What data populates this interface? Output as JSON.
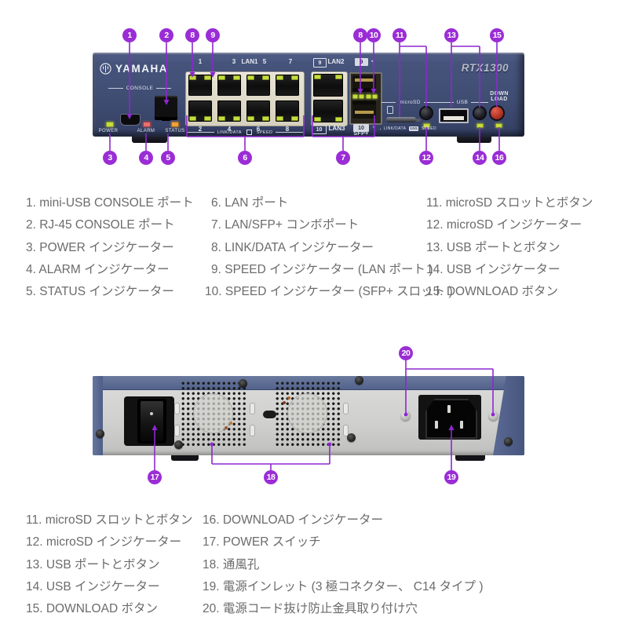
{
  "device": {
    "brand": "YAMAHA",
    "model": "RTX1300"
  },
  "front_panel": {
    "console_label": "CONSOLE",
    "power_label": "POWER",
    "alarm_label": "ALARM",
    "status_label": "STATUS",
    "lan1_label": "LAN1",
    "lan1_top_numbers": [
      "1",
      "3",
      "5",
      "7"
    ],
    "lan1_bottom_numbers": [
      "2",
      "4",
      "6",
      "8"
    ],
    "lan1_footer_link": "LINK/DATA",
    "lan1_footer_speed": "SPEED",
    "lan2_number": "9",
    "lan2_label": "LAN2",
    "lan3_number": "10",
    "lan3_label": "LAN3",
    "sfp_top_number": "9",
    "sfp_bottom_number": "10",
    "sfp_label": "SFP+",
    "sfp_marker": "▸",
    "microsd_label": "microSD",
    "usb_label": "USB",
    "download_line1": "DOWN",
    "download_line2": "LOAD",
    "combo_footer_link": "LINK/DATA",
    "combo_footer_10g": "10G",
    "combo_footer_speed": "SPEED"
  },
  "callouts": {
    "front_top": [
      "1",
      "2",
      "8",
      "9",
      "8",
      "10",
      "11",
      "13",
      "15"
    ],
    "front_bottom": [
      "3",
      "4",
      "5",
      "6",
      "7",
      "12",
      "14",
      "16"
    ],
    "rear": [
      "20",
      "17",
      "18",
      "19"
    ]
  },
  "legend_front": {
    "col1": [
      "1. mini-USB CONSOLE ポート",
      "2. RJ-45 CONSOLE ポート",
      "3. POWER インジケーター",
      "4. ALARM インジケーター",
      "5. STATUS インジケーター"
    ],
    "col2": [
      "6. LAN ポート",
      "7. LAN/SFP+ コンボポート",
      "8. LINK/DATA インジケーター",
      "9. SPEED インジケーター (LAN ポート )",
      "10. SPEED インジケーター (SFP+ スロット )"
    ],
    "col3": [
      "11. microSD スロットとボタン",
      "12. microSD インジケーター",
      "13. USB ポートとボタン",
      "14. USB インジケーター",
      "15. DOWNLOAD ボタン"
    ]
  },
  "legend_rear": {
    "col1": [
      "11. microSD スロットとボタン",
      "12. microSD インジケーター",
      "13. USB ポートとボタン",
      "14. USB インジケーター",
      "15. DOWNLOAD ボタン"
    ],
    "col2": [
      "16. DOWNLOAD インジケーター",
      "17. POWER スイッチ",
      "18. 通風孔",
      "19. 電源インレット (3 極コネクター、 C14 タイプ )",
      "20. 電源コード抜け防止金具取り付け穴"
    ]
  },
  "colors": {
    "accent_purple": "#9a2dd6",
    "leader_line": "#8d28cf",
    "panel_navy": "#3f4c71",
    "port_bezel": "#ddd7c5",
    "led_green": "#c6dc3f",
    "led_red": "#e87070",
    "led_orange": "#eda23c",
    "download_button_red": "#c23a2e",
    "rear_body_gray": "#d2d3d1",
    "rear_trim_blue": "#5b6b93",
    "legend_text": "#6b6b6b"
  }
}
